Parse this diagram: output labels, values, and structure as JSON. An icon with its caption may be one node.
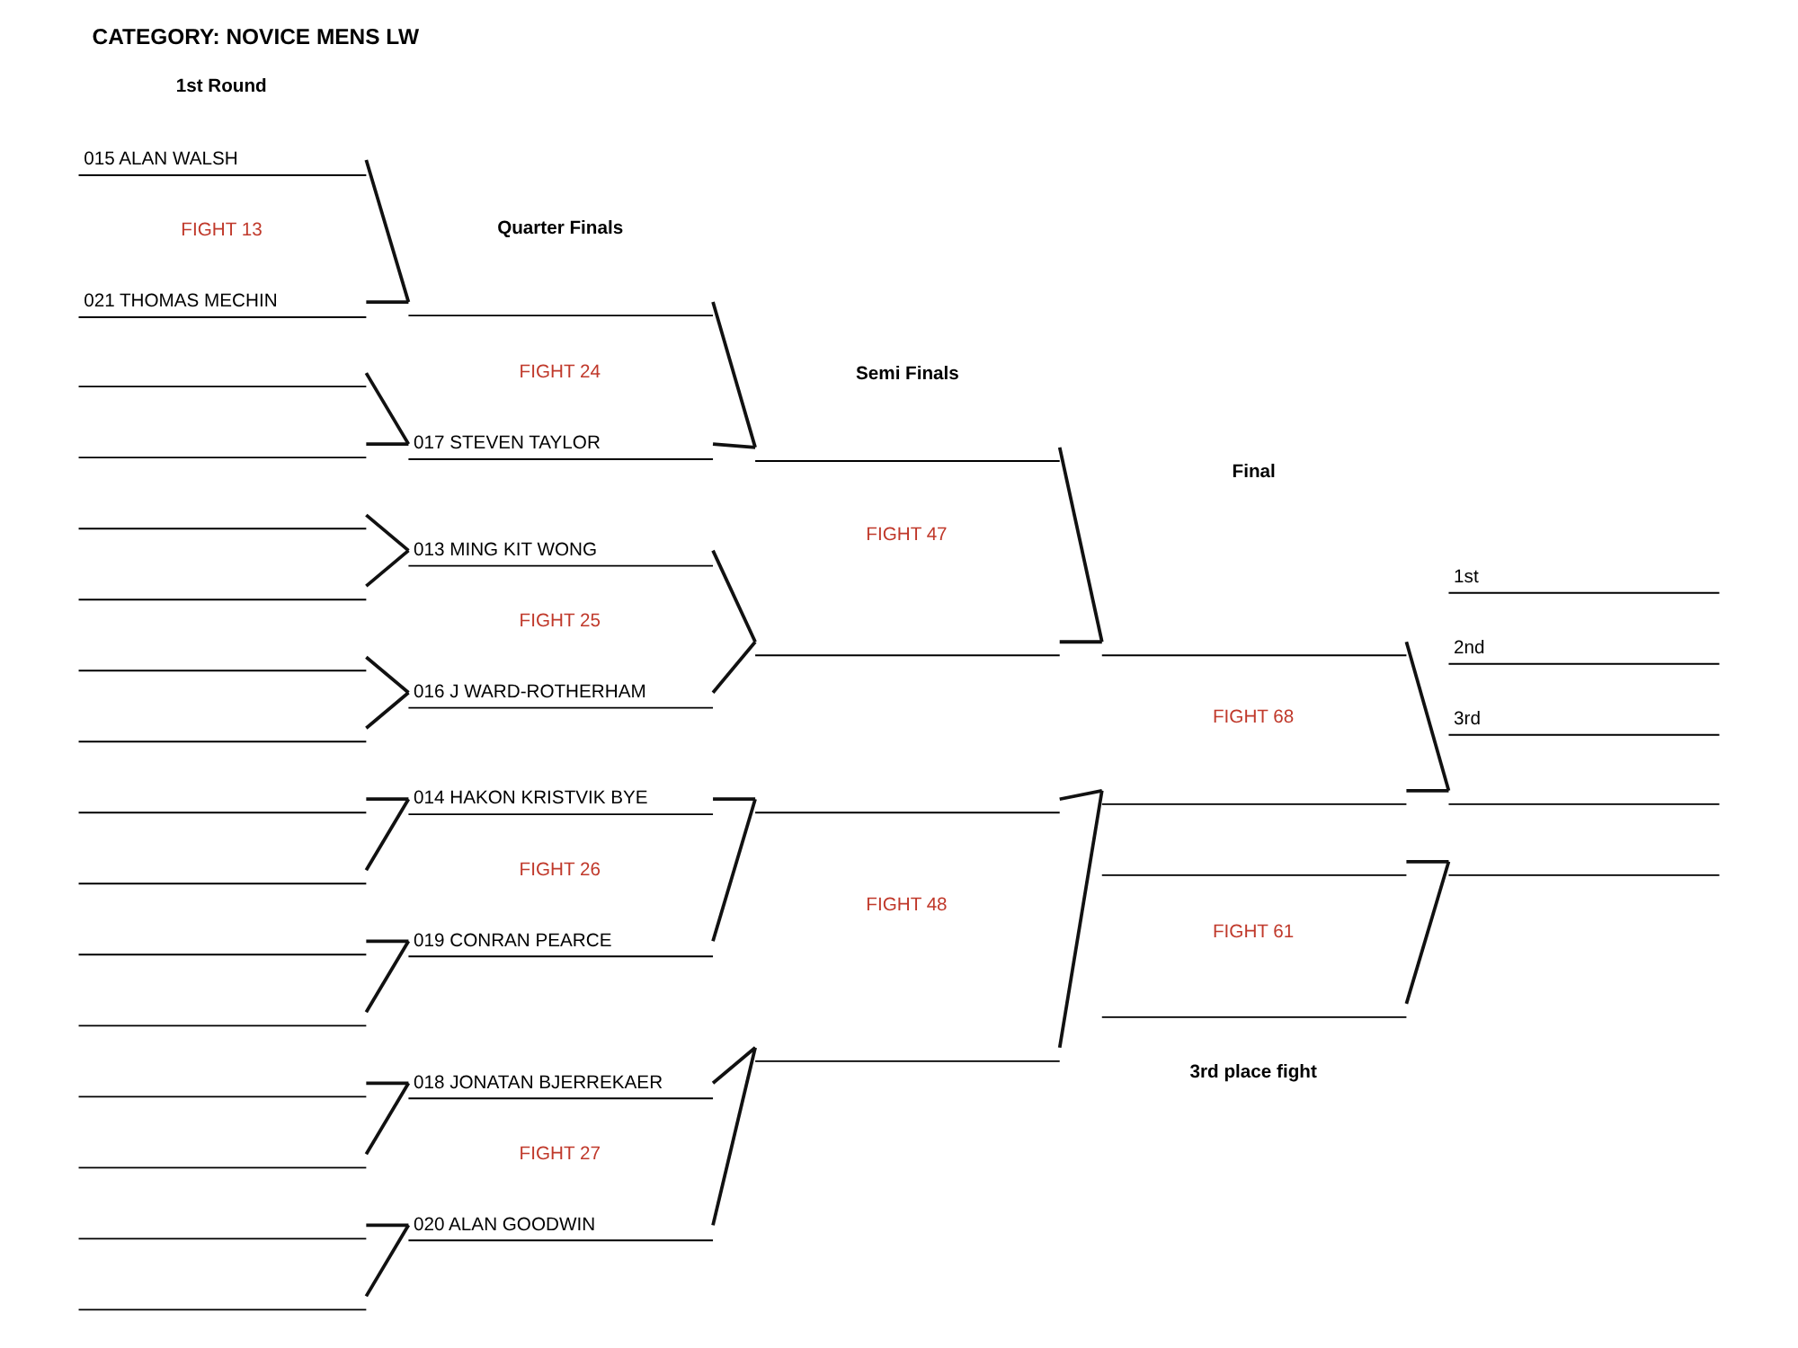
{
  "diagram": {
    "title": "CATEGORY: NOVICE MENS LW",
    "nodes": [
      {
        "text": [
          "015 ALAN WALSH"
        ]
      },
      {
        "text": [
          "021 THOMAS MECHIN"
        ]
      },
      {
        "text": [],
        "shape": "bar"
      },
      {
        "text": [],
        "shape": "bar"
      },
      {
        "text": [],
        "shape": "bar"
      },
      {
        "text": [],
        "shape": "bar"
      },
      {
        "text": [],
        "shape": "bar"
      },
      {
        "text": [],
        "shape": "bar"
      },
      {
        "text": [],
        "shape": "bar"
      },
      {
        "text": [],
        "shape": "bar"
      },
      {
        "text": [],
        "shape": "bar"
      },
      {
        "text": [],
        "shape": "bar"
      },
      {
        "text": [],
        "shape": "bar"
      },
      {
        "text": [],
        "shape": "bar"
      },
      {
        "text": [],
        "shape": "bar"
      },
      {
        "text": [],
        "shape": "bar"
      },
      {
        "text": [],
        "shape": "bar"
      },
      {
        "text": [
          "017 STEVEN TAYLOR"
        ]
      },
      {
        "text": [
          "013 MING KIT WONG"
        ]
      },
      {
        "text": [
          "016 J WARD-ROTHERHAM"
        ]
      },
      {
        "text": [
          "014 HAKON KRISTVIK BYE"
        ]
      },
      {
        "text": [
          "019 CONRAN PEARCE"
        ]
      },
      {
        "text": [
          "018 JONATAN BJERREKAER"
        ]
      },
      {
        "text": [
          "020 ALAN GOODWIN"
        ]
      },
      {
        "text": [],
        "shape": "bar"
      },
      {
        "text": [],
        "shape": "bar"
      },
      {
        "text": [],
        "shape": "bar"
      },
      {
        "text": [],
        "shape": "bar"
      },
      {
        "text": [],
        "shape": "bar"
      },
      {
        "text": [],
        "shape": "bar"
      },
      {
        "text": [],
        "shape": "bar"
      },
      {
        "text": [],
        "shape": "bar"
      },
      {
        "text": [],
        "shape": "bar"
      },
      {
        "text": [],
        "shape": "bar"
      },
      {
        "text": [
          "1st"
        ]
      },
      {
        "text": [
          "2nd"
        ]
      },
      {
        "text": [
          "3rd"
        ]
      }
    ],
    "edges": [
      {
        "from": 0,
        "to": 16,
        "arrow": "none"
      },
      {
        "from": 1,
        "to": 16,
        "arrow": "none"
      },
      {
        "from": 2,
        "to": 17,
        "arrow": "none"
      },
      {
        "from": 3,
        "to": 17,
        "arrow": "none"
      },
      {
        "from": 4,
        "to": 18,
        "arrow": "none"
      },
      {
        "from": 5,
        "to": 18,
        "arrow": "none"
      },
      {
        "from": 6,
        "to": 19,
        "arrow": "none"
      },
      {
        "from": 7,
        "to": 19,
        "arrow": "none"
      },
      {
        "from": 8,
        "to": 20,
        "arrow": "none"
      },
      {
        "from": 9,
        "to": 20,
        "arrow": "none"
      },
      {
        "from": 10,
        "to": 21,
        "arrow": "none"
      },
      {
        "from": 11,
        "to": 21,
        "arrow": "none"
      },
      {
        "from": 12,
        "to": 22,
        "arrow": "none"
      },
      {
        "from": 13,
        "to": 22,
        "arrow": "none"
      },
      {
        "from": 14,
        "to": 23,
        "arrow": "none"
      },
      {
        "from": 15,
        "to": 23,
        "arrow": "none"
      },
      {
        "from": 16,
        "to": 24,
        "arrow": "none"
      },
      {
        "from": 17,
        "to": 24,
        "arrow": "none"
      },
      {
        "from": 18,
        "to": 25,
        "arrow": "none"
      },
      {
        "from": 19,
        "to": 25,
        "arrow": "none"
      },
      {
        "from": 20,
        "to": 26,
        "arrow": "none"
      },
      {
        "from": 21,
        "to": 26,
        "arrow": "none"
      },
      {
        "from": 22,
        "to": 27,
        "arrow": "none"
      },
      {
        "from": 23,
        "to": 27,
        "arrow": "none"
      },
      {
        "from": 24,
        "to": 28,
        "arrow": "none"
      },
      {
        "from": 25,
        "to": 28,
        "arrow": "none"
      },
      {
        "from": 26,
        "to": 29,
        "arrow": "none"
      },
      {
        "from": 27,
        "to": 29,
        "arrow": "none"
      },
      {
        "from": 28,
        "to": 30,
        "arrow": "none"
      },
      {
        "from": 29,
        "to": 30,
        "arrow": "none"
      },
      {
        "from": 31,
        "to": 33,
        "arrow": "none"
      },
      {
        "from": 32,
        "to": 33,
        "arrow": "none"
      }
    ],
    "labels": [
      "1st Round",
      "Quarter Finals",
      "Semi Finals",
      "Final",
      "FIGHT 13",
      "FIGHT 24",
      "FIGHT 47",
      "FIGHT 25",
      "FIGHT 68",
      "FIGHT 26",
      "FIGHT 48",
      "FIGHT 27",
      "FIGHT 61",
      "3rd place fight"
    ]
  }
}
